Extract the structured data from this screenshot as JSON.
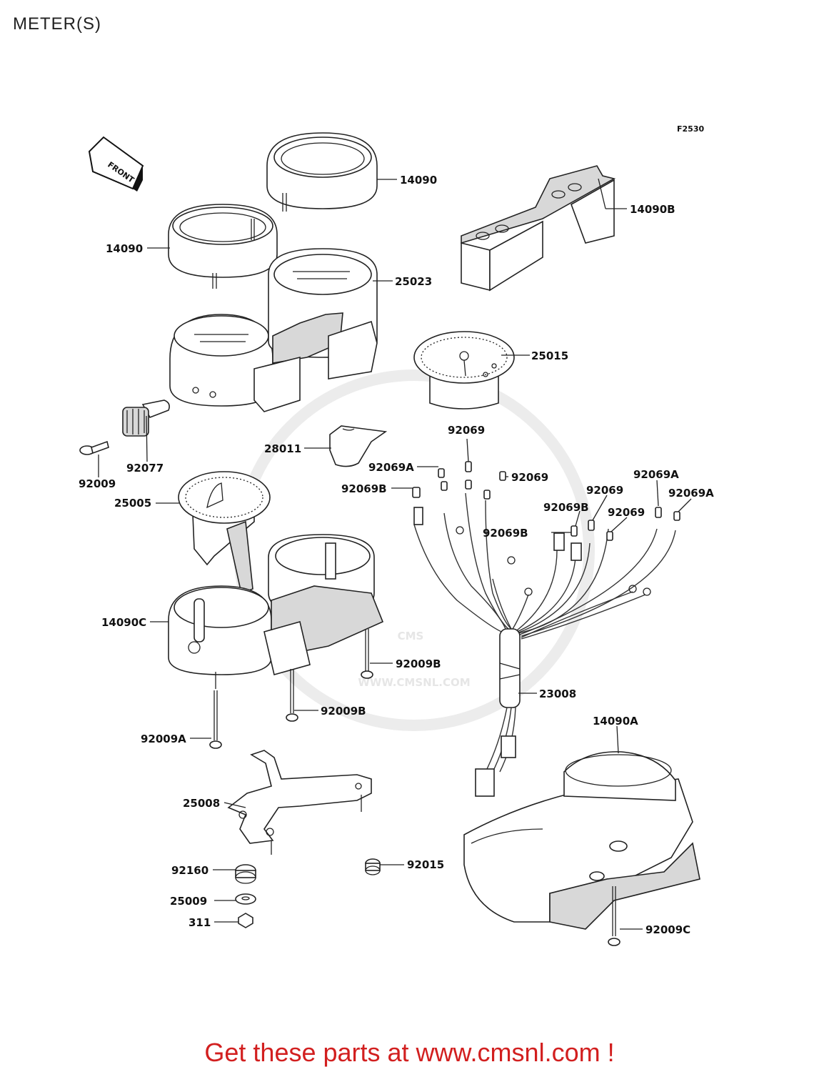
{
  "title": "METER(S)",
  "figure_code": "F2530",
  "front_label": "FRONT",
  "watermark": {
    "logo": "CMS",
    "url": "WWW.CMSNL.COM"
  },
  "footer": "Get these parts at www.cmsnl.com !",
  "parts": [
    {
      "id": "p01",
      "label": "14090"
    },
    {
      "id": "p02",
      "label": "14090B"
    },
    {
      "id": "p03",
      "label": "14090"
    },
    {
      "id": "p04",
      "label": "25023"
    },
    {
      "id": "p05",
      "label": "25015"
    },
    {
      "id": "p06",
      "label": "92069"
    },
    {
      "id": "p07",
      "label": "28011"
    },
    {
      "id": "p08",
      "label": "92069A"
    },
    {
      "id": "p09",
      "label": "92069"
    },
    {
      "id": "p10",
      "label": "92069B"
    },
    {
      "id": "p11",
      "label": "92069A"
    },
    {
      "id": "p12",
      "label": "92069"
    },
    {
      "id": "p13",
      "label": "92069A"
    },
    {
      "id": "p14",
      "label": "92069B"
    },
    {
      "id": "p15",
      "label": "92069"
    },
    {
      "id": "p16",
      "label": "92069B"
    },
    {
      "id": "p17",
      "label": "92009"
    },
    {
      "id": "p18",
      "label": "92077"
    },
    {
      "id": "p19",
      "label": "25005"
    },
    {
      "id": "p20",
      "label": "14090C"
    },
    {
      "id": "p21",
      "label": "92009B"
    },
    {
      "id": "p22",
      "label": "92009B"
    },
    {
      "id": "p23",
      "label": "23008"
    },
    {
      "id": "p24",
      "label": "92009A"
    },
    {
      "id": "p25",
      "label": "14090A"
    },
    {
      "id": "p26",
      "label": "25008"
    },
    {
      "id": "p27",
      "label": "92160"
    },
    {
      "id": "p28",
      "label": "92015"
    },
    {
      "id": "p29",
      "label": "25009"
    },
    {
      "id": "p30",
      "label": "311"
    },
    {
      "id": "p31",
      "label": "92009C"
    }
  ]
}
